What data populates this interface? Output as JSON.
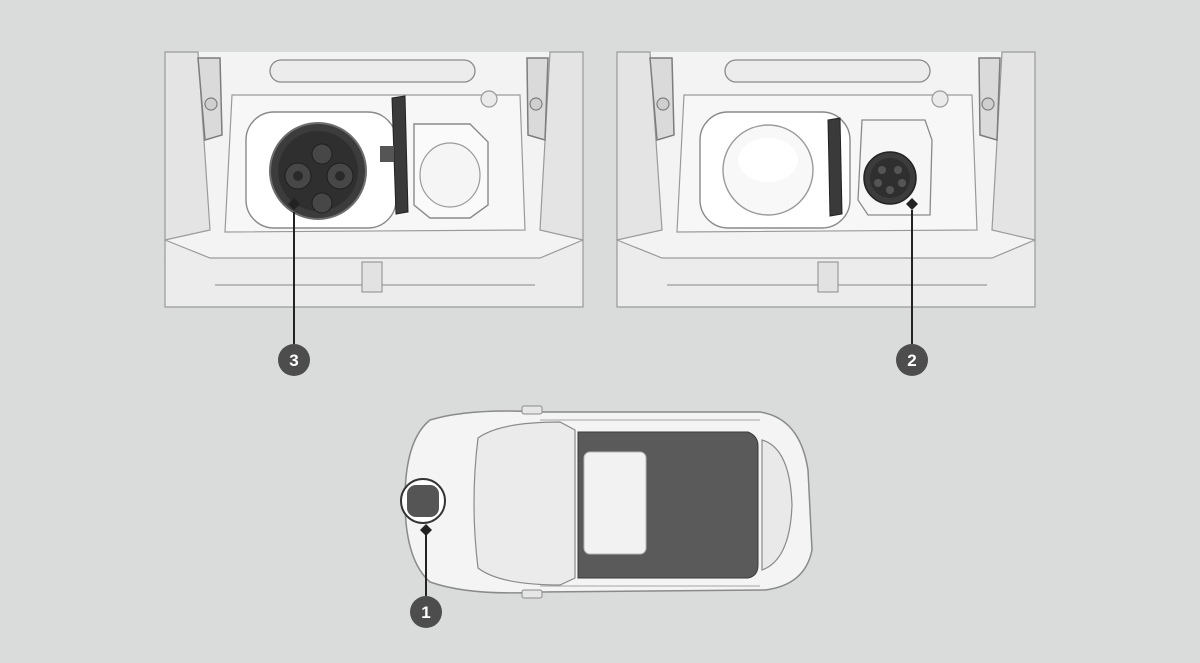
{
  "callouts": {
    "c1": "1",
    "c2": "2",
    "c3": "3"
  },
  "colors": {
    "background": "#d9dcdb",
    "panel": "#f2f2f2",
    "outline": "#8a8a8a",
    "socket_dark": "#3c3c3c",
    "callout_fill": "#4d4d4d",
    "roof_dark": "#5a5a5a"
  }
}
